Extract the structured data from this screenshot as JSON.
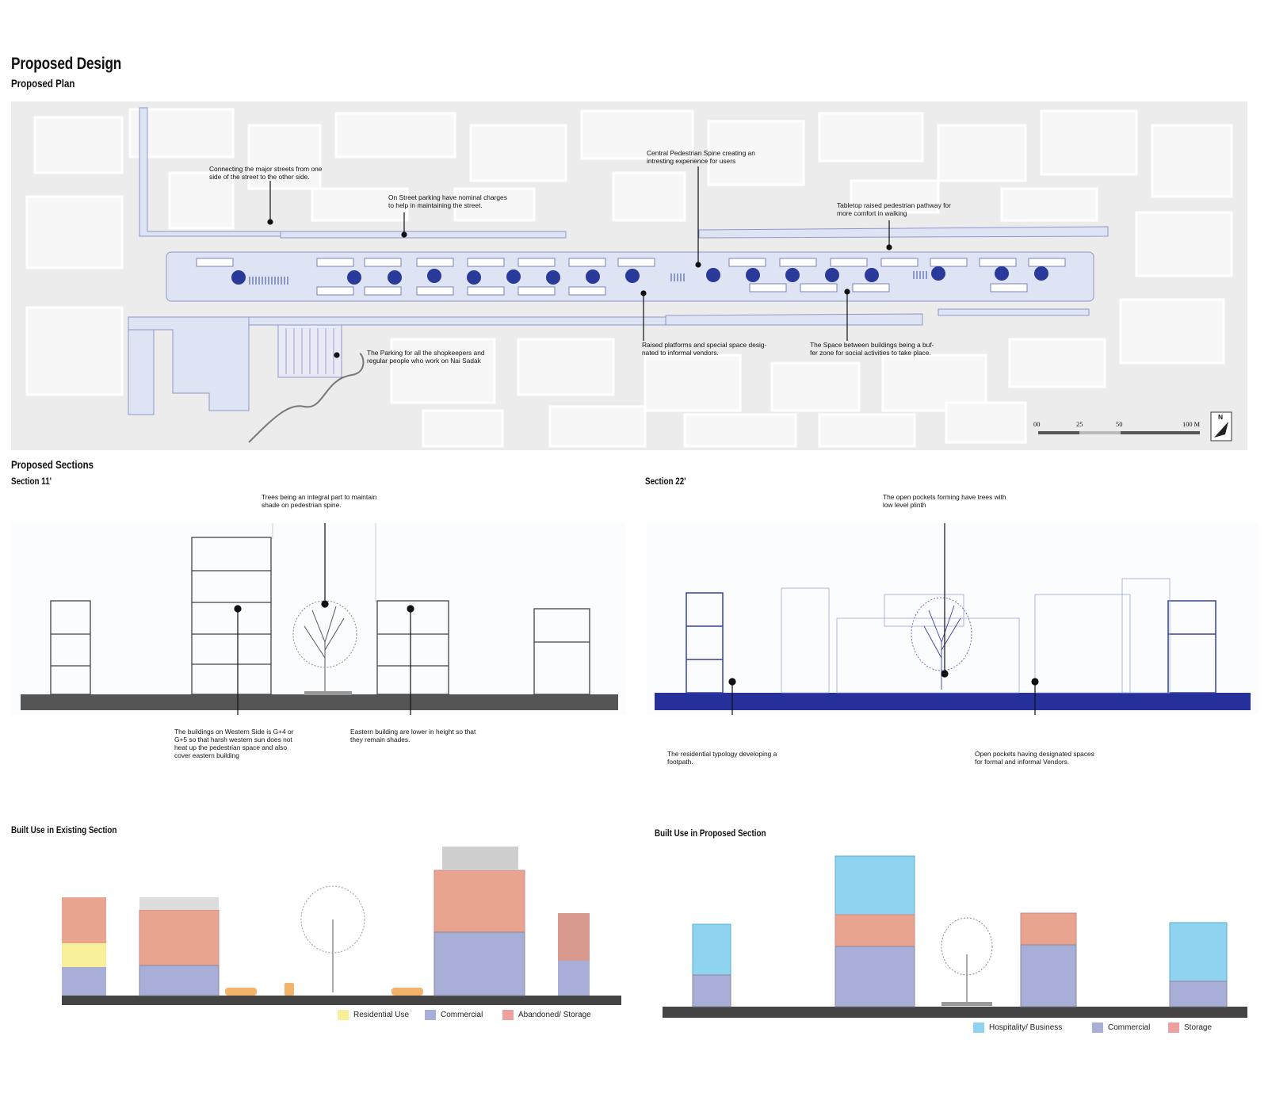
{
  "titles": {
    "main": "Proposed Design",
    "plan": "Proposed Plan",
    "sections": "Proposed Sections",
    "section1": "Section 11'",
    "section2": "Section 22'",
    "existing_use": "Built Use in Existing Section",
    "proposed_use": "Built Use in Proposed Section"
  },
  "plan_notes": {
    "connect": "Connecting the major streets from one\nside of the street to the other side.",
    "parking_charges": "On Street parking have nominal charges\nto help in maintaining the street.",
    "spine": "Central Pedestrian Spine creating an\nintresting experience for users",
    "tabletop": "Tabletop raised pedestrian pathway for\nmore comfort in walking",
    "shopkeepers": "The Parking for all the shopkeepers and\nregular people who work on Nai Sadak",
    "platforms": "Raised platforms and special space desig-\nnated to informal vendors.",
    "buffer": "The Space between buildings being a buf-\nfer zone for social activities to take place."
  },
  "scale": {
    "t0": "00",
    "t1": "25",
    "t2": "50",
    "t3": "100 M",
    "north": "N"
  },
  "section1_notes": {
    "trees": "Trees being an integral part to maintain\nshade on pedestrian spine.",
    "western": "The buildings on Western Side is G+4 or\nG+5 so that harsh western sun does not\nheat up the pedestrian space and also\ncover eastern building",
    "eastern": "Eastern building are lower in height so that\nthey remain shades."
  },
  "section2_notes": {
    "pockets": "The open pockets forming have trees with\nlow level plinth",
    "residential": "The residential typology developing a\nfootpath.",
    "vendors": "Open pockets having designated spaces\nfor formal and informal Vendors."
  },
  "legend_existing": [
    {
      "label": "Residential Use",
      "color": "#f7ef9a"
    },
    {
      "label": "Commercial",
      "color": "#a9aed8"
    },
    {
      "label": "Abandoned/ Storage",
      "color": "#eda0a0"
    }
  ],
  "legend_proposed": [
    {
      "label": "Hospitality/ Business",
      "color": "#8fd3f0"
    },
    {
      "label": "Commercial",
      "color": "#a9aed8"
    },
    {
      "label": "Storage",
      "color": "#eda0a0"
    }
  ],
  "colors": {
    "plan_bg": "#ececec",
    "street": "#dfe4f5",
    "tree": "#2a3a9a",
    "section2_ground": "#25309a",
    "commercial": "#a9aed8",
    "hospitality": "#8fd3f0",
    "storage": "#eda0a0",
    "residential": "#f7ef9a"
  }
}
